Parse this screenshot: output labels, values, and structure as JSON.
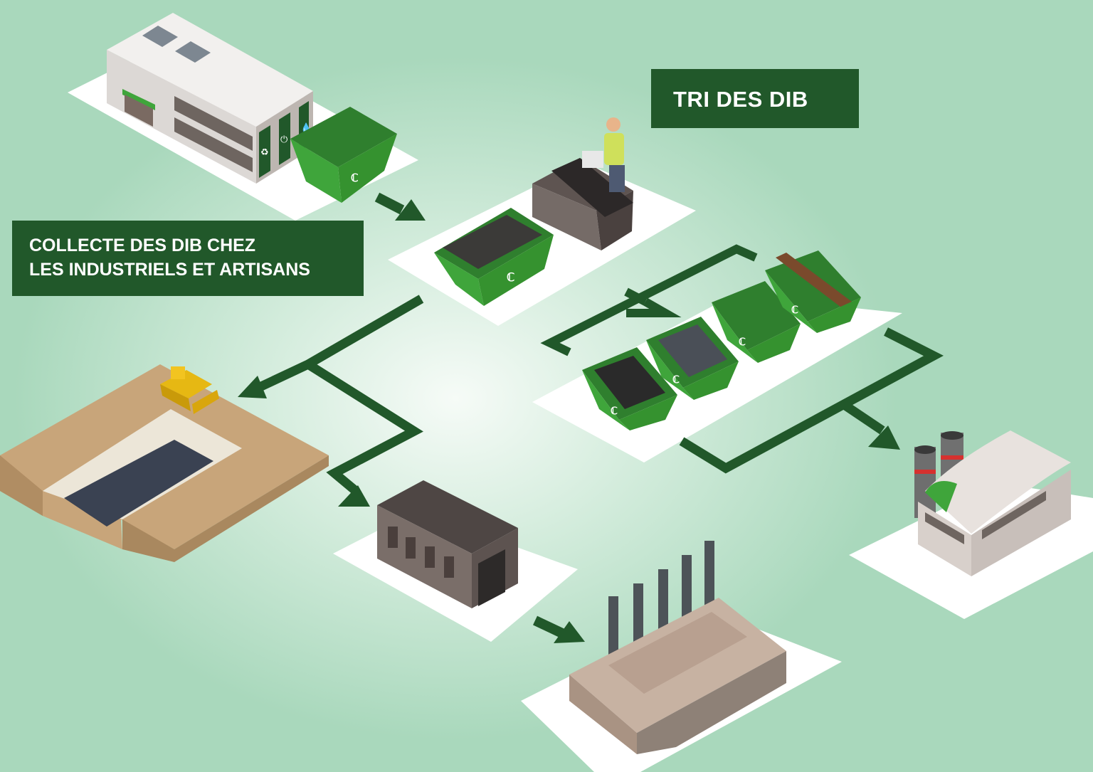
{
  "labels": {
    "sorting": "TRI DES DIB",
    "collection_line1": "COLLECTE DES DIB CHEZ",
    "collection_line2": "LES INDUSTRIELS ET ARTISANS"
  },
  "colors": {
    "box_green": "#21582a",
    "arrow_green": "#21582a",
    "skip_green": "#3fa53b",
    "platform": "#ffffff",
    "background_center": "#f6fbf7",
    "background_edge": "#a9d8bc"
  },
  "icons": {
    "skip_logo": "cc-logo-icon",
    "recycling": "recycle-icon",
    "power": "power-icon",
    "water": "water-drop-icon"
  }
}
